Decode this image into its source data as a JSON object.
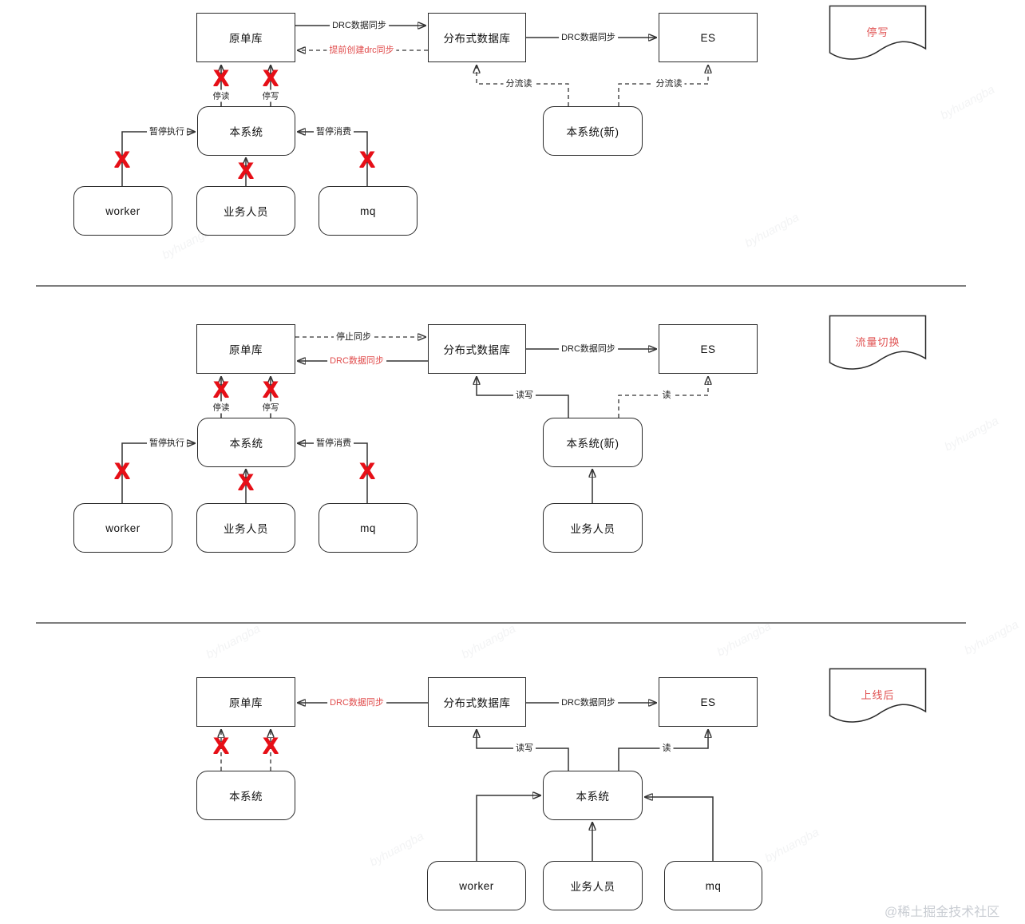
{
  "stages": [
    {
      "name": "停写",
      "nodes": {
        "source_db": "原单库",
        "dist_db": "分布式数据库",
        "es": "ES",
        "system": "本系统",
        "system_new": "本系统(新)",
        "worker": "worker",
        "staff": "业务人员",
        "mq": "mq"
      },
      "edges": {
        "drc_sync_to_dist": "DRC数据同步",
        "drc_sync_to_es": "DRC数据同步",
        "pre_create_drc": "提前创建drc同步",
        "split_read_dist": "分流读",
        "split_read_es": "分流读",
        "stop_read": "停读",
        "stop_write": "停写",
        "pause_exec": "暂停执行",
        "pause_consume": "暂停消费"
      }
    },
    {
      "name": "流量切换",
      "nodes": {
        "source_db": "原单库",
        "dist_db": "分布式数据库",
        "es": "ES",
        "system": "本系统",
        "system_new": "本系统(新)",
        "worker": "worker",
        "staff": "业务人员",
        "mq": "mq",
        "staff_new": "业务人员"
      },
      "edges": {
        "stop_sync": "停止同步",
        "drc_sync_back": "DRC数据同步",
        "drc_sync_to_es": "DRC数据同步",
        "read_write": "读写",
        "read": "读",
        "stop_read": "停读",
        "stop_write": "停写",
        "pause_exec": "暂停执行",
        "pause_consume": "暂停消费"
      }
    },
    {
      "name": "上线后",
      "nodes": {
        "source_db": "原单库",
        "dist_db": "分布式数据库",
        "es": "ES",
        "system_old": "本系统",
        "system": "本系统",
        "worker": "worker",
        "staff": "业务人员",
        "mq": "mq"
      },
      "edges": {
        "drc_sync_back": "DRC数据同步",
        "drc_sync_to_es": "DRC数据同步",
        "read_write": "读写",
        "read": "读"
      }
    }
  ],
  "x_mark": "X",
  "credit": "@稀土掘金技术社区",
  "diagonal_watermark": "byhuangba",
  "colors": {
    "x_red": "#e60f17",
    "red_label": "#e04b4b",
    "line": "#333333"
  }
}
